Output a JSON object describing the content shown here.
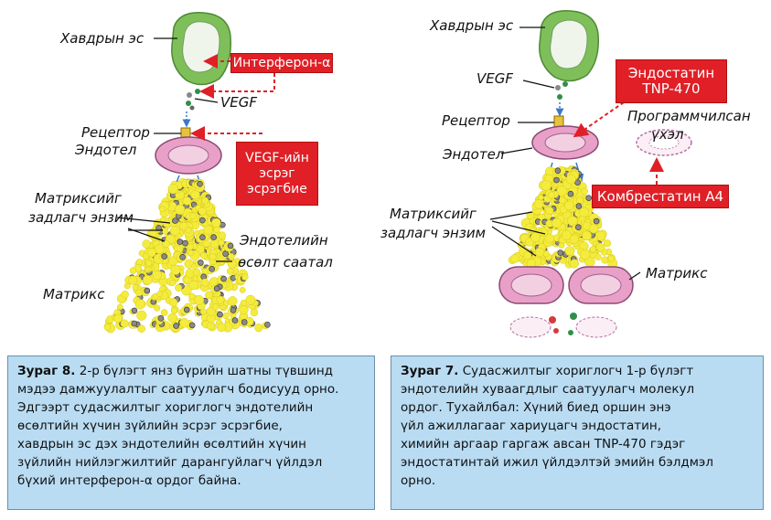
{
  "left_figure": {
    "tumor_label": "Хавдрын эс",
    "interferon_box": "Интерферон-α",
    "vegf_label": "VEGF",
    "receptor_label": "Рецептор",
    "endothelium_label": "Эндотел",
    "anti_vegf_box": [
      "VEGF-ийн",
      "эсрэг",
      "эсрэгбие"
    ],
    "enzyme_label": [
      "Матриксийг",
      "задлагч энзим"
    ],
    "sprout_label": [
      "Эндотелийн",
      "өсөлт саатал"
    ],
    "matrix_label": "Матрикс"
  },
  "right_figure": {
    "tumor_label": "Хавдрын эс",
    "vegf_label": "VEGF",
    "endostatin_box": [
      "Эндостатин",
      "TNP-470"
    ],
    "receptor_label": "Рецептор",
    "programmed_label": [
      "Программчилсан",
      "үхэл"
    ],
    "endothelium_label": "Эндотел",
    "combrestatin_box": "Комбрестатин А4",
    "enzyme_label": [
      "Матриксийг",
      "задлагч энзим"
    ],
    "matrix_label": "Матрикс"
  },
  "caption_left": {
    "title": "Зураг 8.",
    "lines": [
      "2-р бүлэгт янз бүрийн шатны түвшинд",
      "мэдээ дамжуулалтыг саатуулагч бодисууд орно.",
      "Эдгээрт судасжилтыг хориглогч эндотелийн",
      "өсөлтийн хүчин зүйлийн эсрэг эсрэгбие,",
      "хавдрын эс дэх эндотелийн өсөлтийн хүчин",
      "зүйлийн нийлэгжилтийг дарангуйлагч үйлдэл",
      "бүхий интерферон-α ордог байна."
    ]
  },
  "caption_right": {
    "title": "Зураг 7.",
    "lines": [
      "Судасжилтыг хориглогч 1-р бүлэгт",
      "эндотелийн хуваагдлыг саатуулагч молекул",
      "ордог. Тухайлбал: Хүний биед оршин энэ",
      "үйл ажиллагааг хариуцагч эндостатин,",
      "химийн аргаар гаргаж авсан TNP-470 гэдэг",
      "эндостатинтай ижил үйлдэлтэй эмийн бэлдмэл",
      "орно."
    ]
  },
  "colors": {
    "red": "#e01f26",
    "caption_bg": "#b9dcf3",
    "tumor_green": "#7fbf5a",
    "endothelium_pink": "#e8a0c8",
    "matrix_yellow": "#f4ec3c"
  }
}
